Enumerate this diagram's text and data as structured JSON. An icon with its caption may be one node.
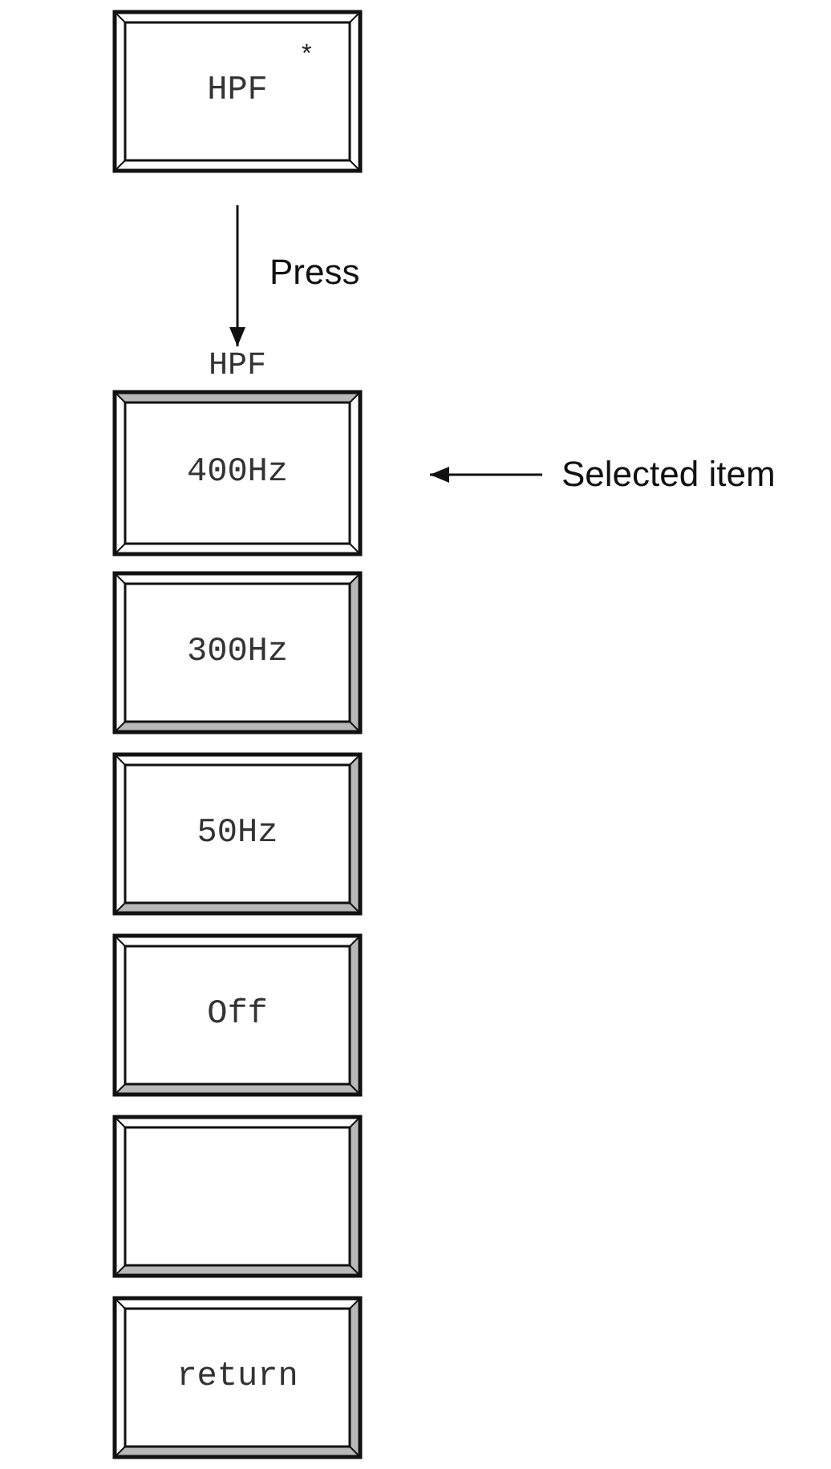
{
  "diagram": {
    "nodes": [
      {
        "text": [
          "HPF",
          "*"
        ]
      },
      {
        "text": [
          "HPF",
          "400Hz"
        ]
      },
      {
        "text": [
          "300Hz"
        ]
      },
      {
        "text": [
          "50Hz"
        ]
      },
      {
        "text": [
          "Off"
        ]
      },
      {
        "text": [],
        "shape": "box"
      },
      {
        "text": [
          "return"
        ]
      },
      {
        "text": [
          "Selected item"
        ]
      }
    ],
    "edges": [
      {
        "from": 0,
        "to": 1,
        "arrow": "to",
        "label": "Press"
      },
      {
        "from": 7,
        "to": 1,
        "arrow": "to"
      }
    ]
  }
}
